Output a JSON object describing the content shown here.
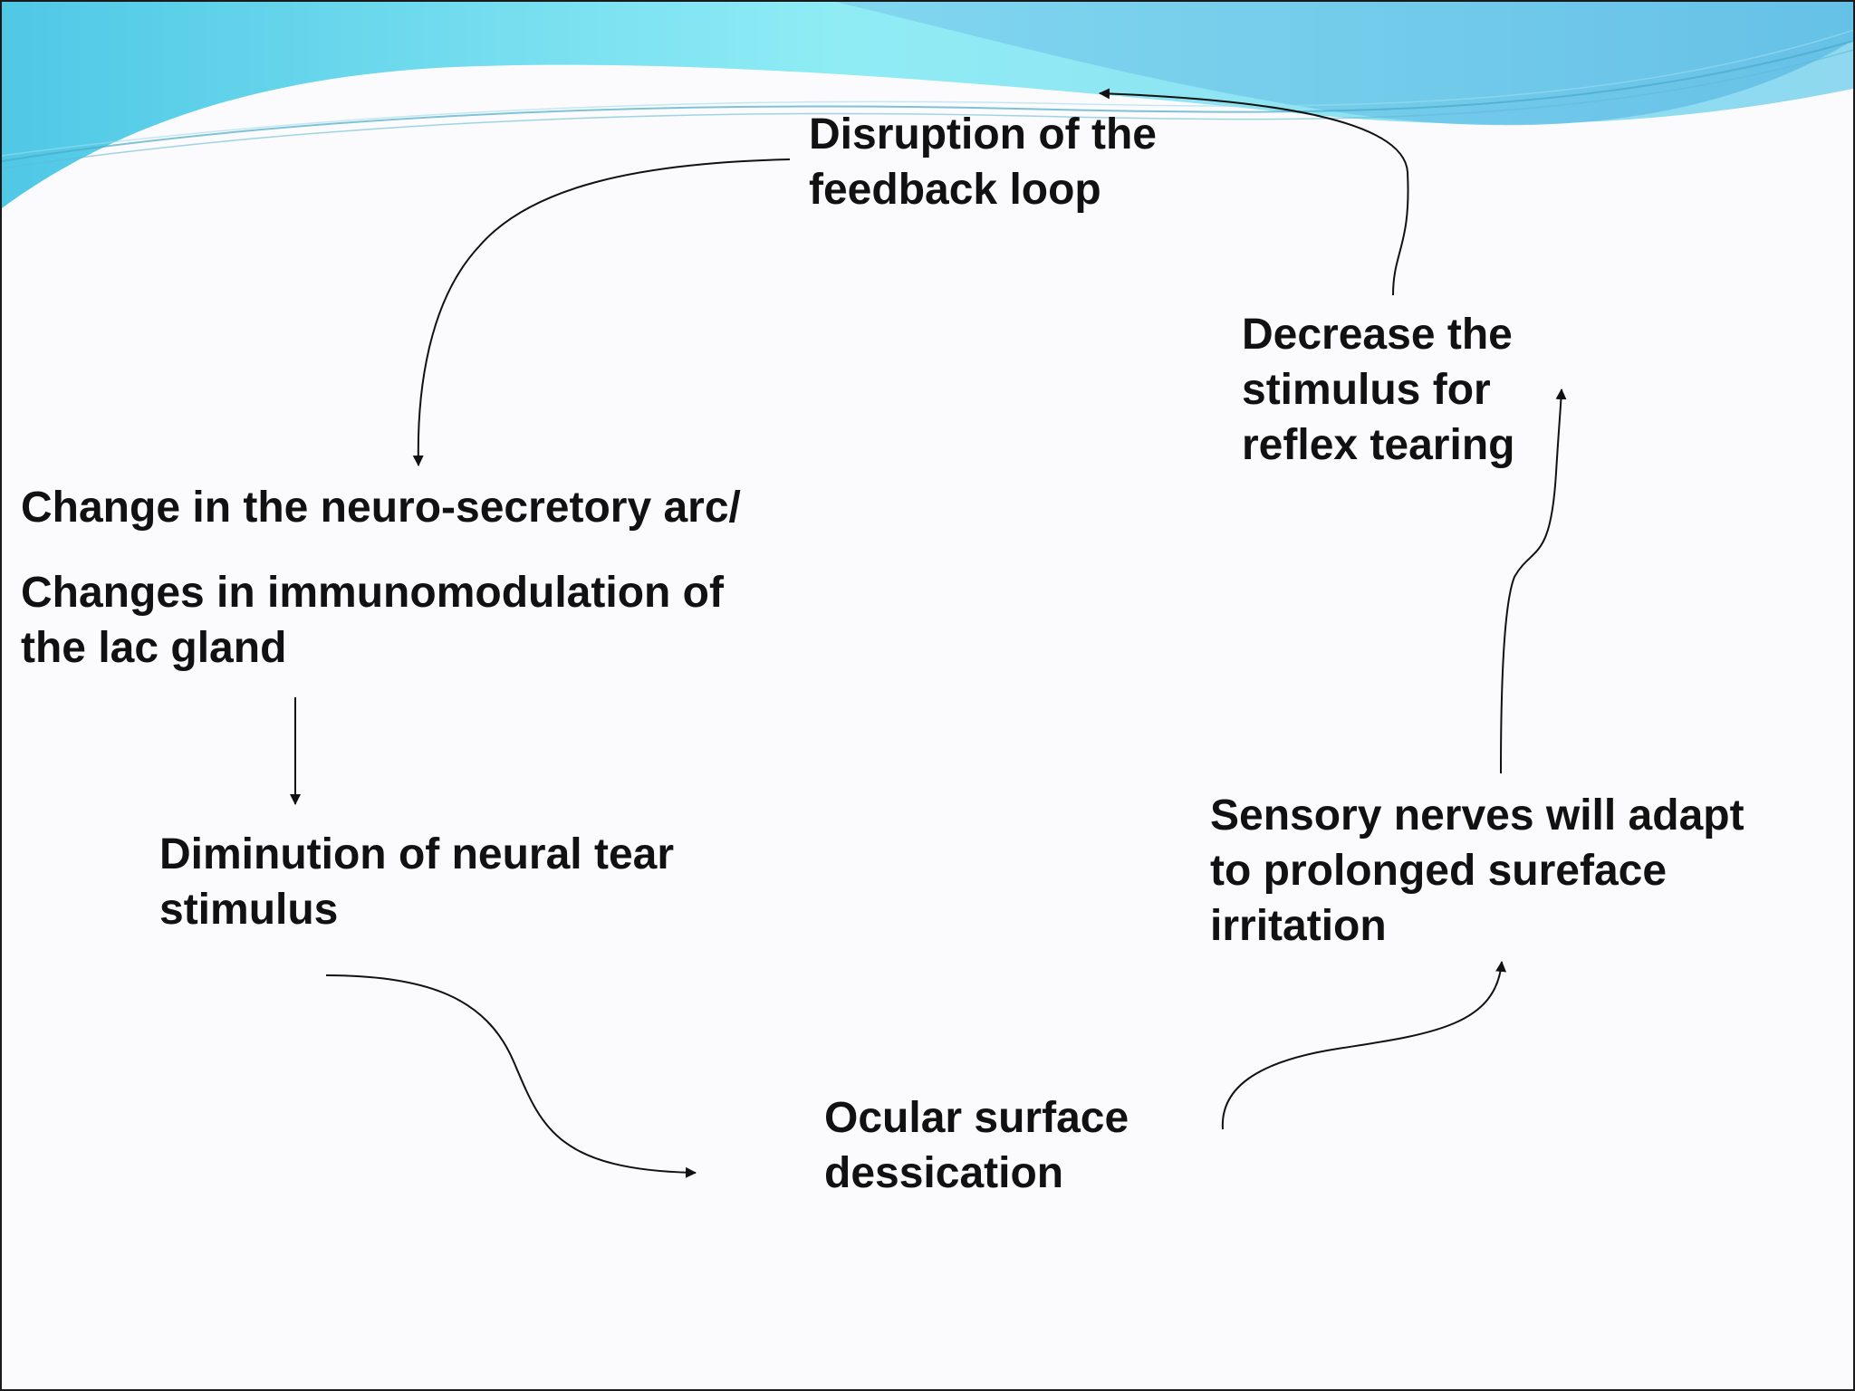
{
  "slide": {
    "theme_colors": {
      "wave_light": "#8be8f4",
      "wave_dark": "#6fb9e8",
      "background": "#fbfbfd",
      "text": "#111111",
      "arrow": "#111111"
    }
  },
  "diagram": {
    "type": "cycle",
    "nodes": {
      "disruption": "Disruption of the\nfeedback loop",
      "change_arc": "Change in the neuro-secretory arc/",
      "immunomodulation": "Changes in immunomodulation of\nthe lac gland",
      "diminution": "Diminution of neural tear\nstimulus",
      "ocular": "Ocular surface\ndessication",
      "sensory": "Sensory nerves will adapt\nto prolonged sureface\nirritation",
      "decrease": "Decrease the\nstimulus for\nreflex tearing"
    },
    "edges": [
      {
        "from": "disruption",
        "to": "change_arc"
      },
      {
        "from": "immunomodulation",
        "to": "diminution"
      },
      {
        "from": "diminution",
        "to": "ocular"
      },
      {
        "from": "ocular",
        "to": "sensory"
      },
      {
        "from": "sensory",
        "to": "decrease"
      },
      {
        "from": "decrease",
        "to": "disruption"
      }
    ]
  }
}
